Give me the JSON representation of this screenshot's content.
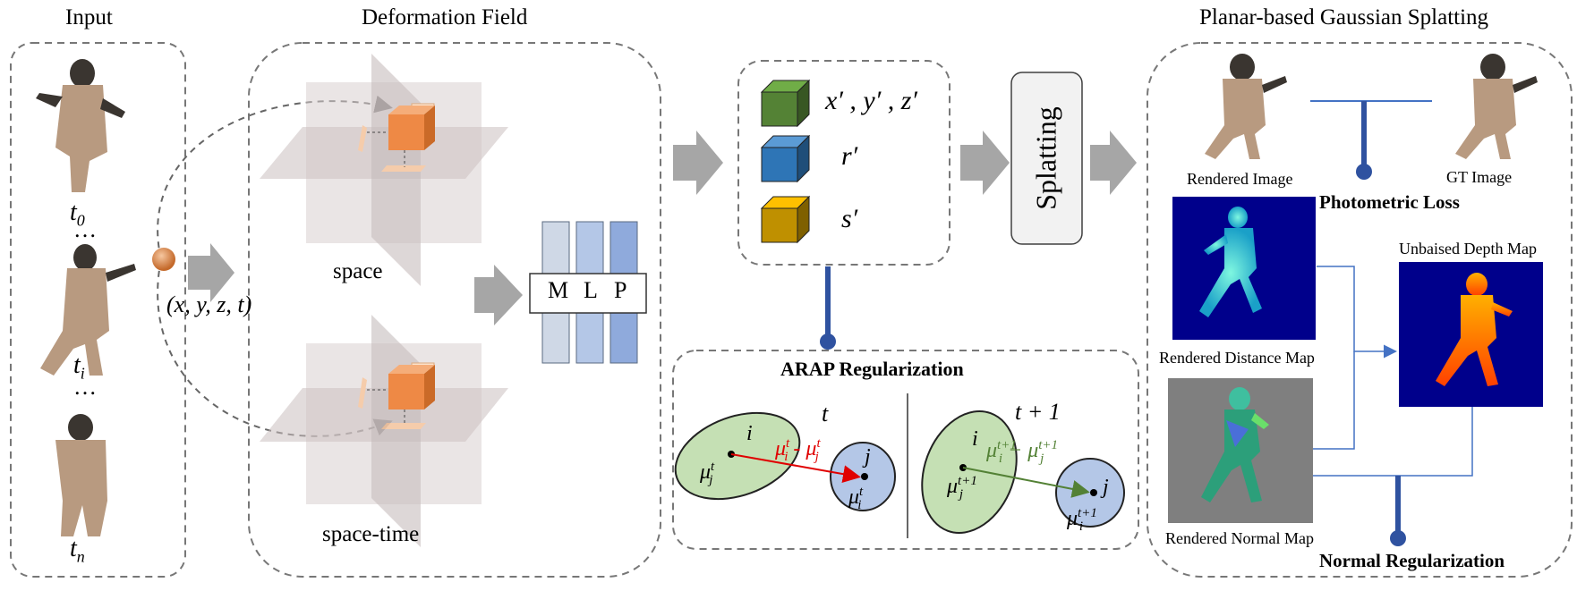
{
  "sections": {
    "input_title": "Input",
    "deformation_title": "Deformation Field",
    "splatting_section_title": "Planar-based Gaussian Splatting"
  },
  "input": {
    "time_labels": [
      "t",
      "t",
      "t"
    ],
    "time_subscripts": [
      "0",
      "i",
      "n"
    ],
    "ellipsis": "…",
    "coords": "(x, y, z, t)"
  },
  "deformation": {
    "space_label": "space",
    "spacetime_label": "space-time",
    "mlp_letters": [
      "M",
      "L",
      "P"
    ]
  },
  "outputs": {
    "position": "x′ , y′ , z′",
    "rotation": "r′",
    "scale": "s′"
  },
  "splatting_box": "Splatting",
  "arap": {
    "title": "ARAP Regularization",
    "t_label": "t",
    "t1_label": "t + 1",
    "i": "i",
    "j": "j",
    "mu_j_t": "μ",
    "mu_i_t": "μ",
    "diff_t": "μ",
    "diff_t1": "μ"
  },
  "maps": {
    "rendered_image": "Rendered Image",
    "gt_image": "GT Image",
    "photometric_loss": "Photometric Loss",
    "distance_map": "Rendered Distance Map",
    "depth_map": "Unbaised Depth Map",
    "normal_map": "Rendered Normal Map",
    "normal_reg": "Normal Regularization"
  },
  "colors": {
    "cube_green": "#548235",
    "cube_blue": "#2e75b6",
    "cube_gold": "#bf9000",
    "connector_blue": "#2f52a0",
    "arrow_gray": "#a6a6a6",
    "ellipse_green": "#c5e0b4",
    "ellipse_blue": "#b4c7e7",
    "arrow_red": "#e00000",
    "arrow_green": "#538135",
    "dist_map_bg": "#00008b",
    "mlp_col1": "#cfd8e6",
    "mlp_col2": "#b4c7e7",
    "mlp_col3": "#8faadc"
  }
}
